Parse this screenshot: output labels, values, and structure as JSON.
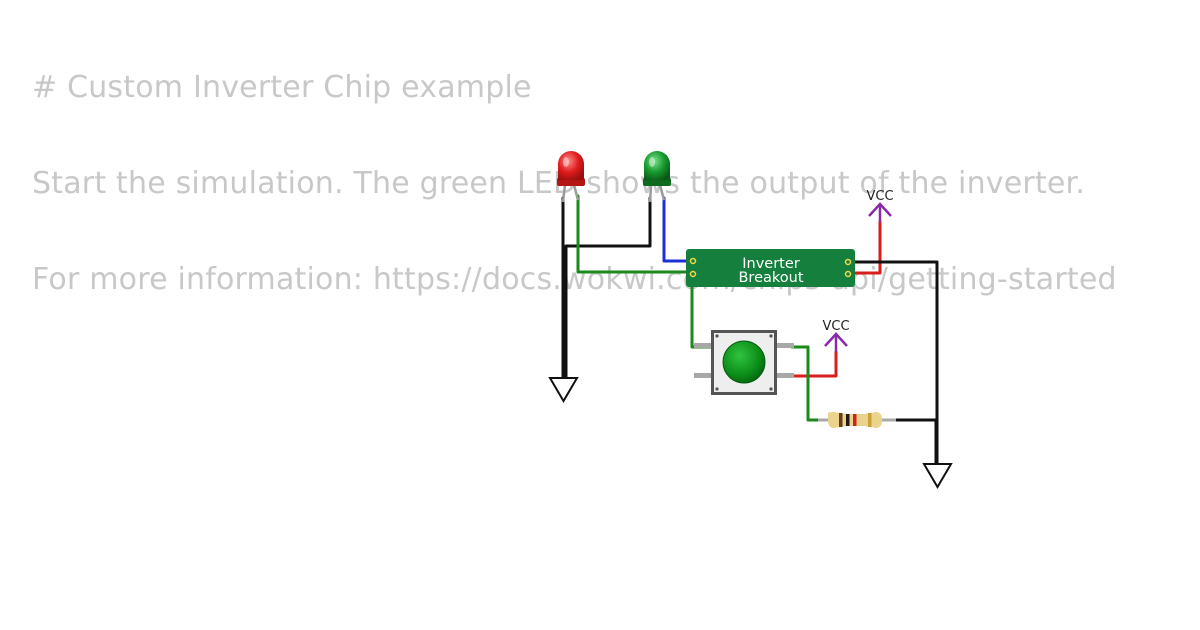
{
  "notes": {
    "title": "# Custom Inverter Chip example",
    "instructions": "Start the simulation. The green LED shows the output of the inverter.",
    "info": "For more information: https://docs.wokwi.com/chips-api/getting-started"
  },
  "chip": {
    "line1": "Inverter",
    "line2": "Breakout",
    "color": "#15803d"
  },
  "power_labels": {
    "vcc_top": "VCC",
    "vcc_button": "VCC"
  },
  "components": {
    "red_led": "red-led-icon",
    "green_led": "green-led-icon",
    "pushbutton": "pushbutton-icon",
    "resistor": "resistor-icon",
    "ground": "ground-icon"
  },
  "colors": {
    "red_led": "#e11d1d",
    "green_led": "#179a2e",
    "wire_black": "#111111",
    "wire_green": "#1a8a1a",
    "wire_blue": "#1d2fd6",
    "wire_red": "#d91c1c",
    "vcc_purple": "#8a2aa8"
  }
}
